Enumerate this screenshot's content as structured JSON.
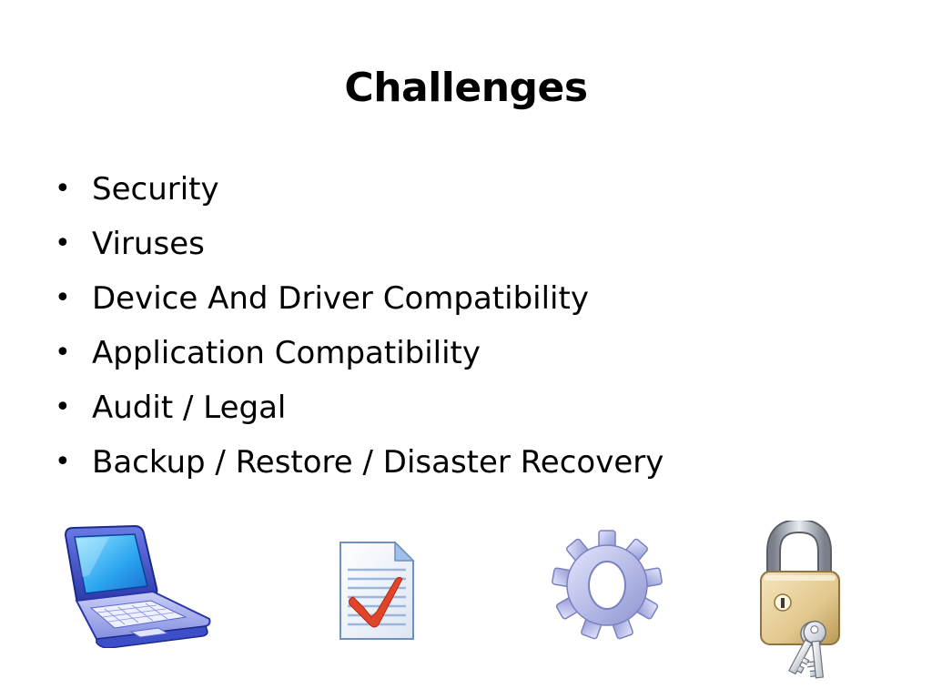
{
  "slide": {
    "title": "Challenges",
    "bullet_char": "•",
    "bullets": [
      "Security",
      "Viruses",
      "Device And Driver Compatibility",
      "Application Compatibility",
      "Audit / Legal",
      "Backup / Restore / Disaster Recovery"
    ]
  },
  "icons": [
    "laptop-icon",
    "document-checkmark-icon",
    "gear-icon",
    "padlock-keys-icon"
  ],
  "colors": {
    "text": "#000000",
    "background": "#ffffff",
    "laptop_blue": "#3c4fc8",
    "check_red": "#e0442b",
    "gear_lavender": "#b8bde8",
    "lock_gold": "#e2c88e"
  }
}
